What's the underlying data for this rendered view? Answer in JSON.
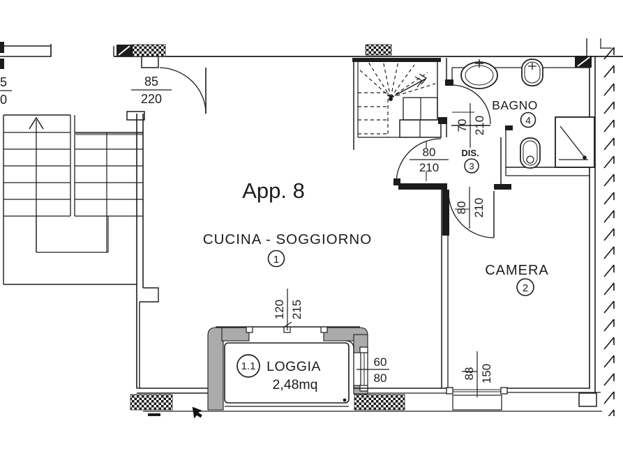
{
  "plan": {
    "title": "App. 8"
  },
  "rooms": {
    "cucina": {
      "name": "CUCINA - SOGGIORNO",
      "number": "1"
    },
    "camera": {
      "name": "CAMERA",
      "number": "2"
    },
    "disimpegno": {
      "name": "DIS.",
      "number": "3"
    },
    "bagno": {
      "name": "BAGNO",
      "number": "4"
    },
    "loggia": {
      "name": "LOGGIA",
      "number": "1.1",
      "area": "2,48mq"
    }
  },
  "dimensions": {
    "entry_door": {
      "width": "85",
      "height": "220"
    },
    "bagno_door": {
      "width": "70",
      "height": "210"
    },
    "soggiorno_door": {
      "width": "80",
      "height": "210"
    },
    "camera_door": {
      "width": "80",
      "height": "210"
    },
    "loggia_window": {
      "width": "120",
      "height": "215"
    },
    "loggia_side_window": {
      "width": "60",
      "height": "80"
    },
    "camera_window": {
      "width": "88",
      "height": "150"
    },
    "edge_partial": {
      "width": "5",
      "height": "0"
    }
  },
  "colors": {
    "line": "#1c1c1c",
    "wall_shade": "#ababab",
    "background": "#ffffff"
  }
}
